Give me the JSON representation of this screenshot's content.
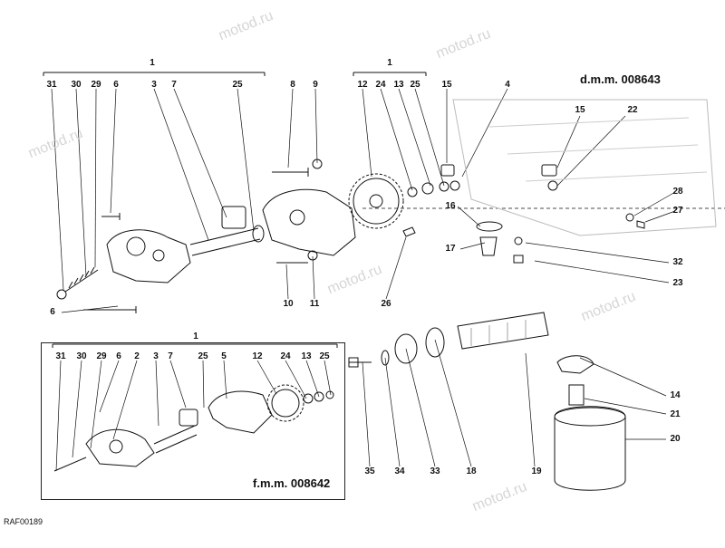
{
  "watermark": "motod.ru",
  "drawing_code": "RAF00189",
  "main_reference": "d.m.m. 008643",
  "inset_reference": "f.m.m. 008642",
  "group_label": "1",
  "main_labels": {
    "l31": "31",
    "l30": "30",
    "l29": "29",
    "l6a": "6",
    "l3": "3",
    "l7": "7",
    "l25a": "25",
    "l8": "8",
    "l9": "9",
    "l12": "12",
    "l24": "24",
    "l13": "13",
    "l25b": "25",
    "l15a": "15",
    "l4": "4",
    "l15b": "15",
    "l22": "22",
    "l28": "28",
    "l27": "27",
    "l16": "16",
    "l17": "17",
    "l32": "32",
    "l23": "23",
    "l6b": "6",
    "l10": "10",
    "l11": "11",
    "l26": "26",
    "l14": "14",
    "l21": "21",
    "l20": "20",
    "l35": "35",
    "l34": "34",
    "l33": "33",
    "l18": "18",
    "l19": "19"
  },
  "inset_labels": {
    "i31": "31",
    "i30": "30",
    "i29": "29",
    "i6": "6",
    "i2": "2",
    "i3": "3",
    "i7": "7",
    "i25a": "25",
    "i5": "5",
    "i12": "12",
    "i24": "24",
    "i13": "13",
    "i25b": "25"
  }
}
